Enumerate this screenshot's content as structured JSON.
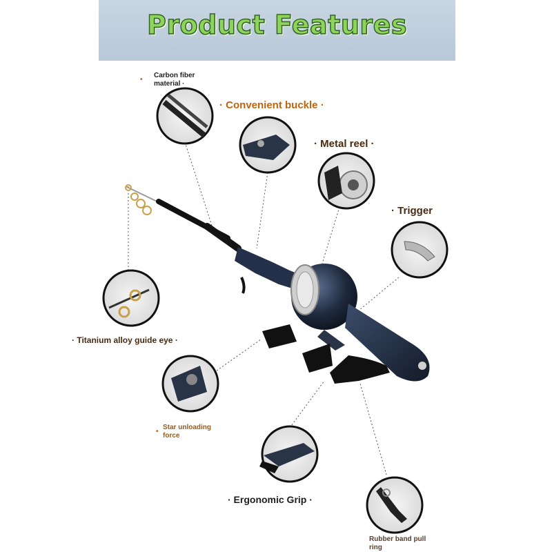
{
  "banner": {
    "title": "Product Features"
  },
  "features": {
    "carbon_fiber": "Carbon fiber material ·",
    "convenient_buckle": "· Convenient buckle ·",
    "metal_reel": "· Metal reel ·",
    "trigger": "· Trigger",
    "titanium_guide_eye": "· Titanium alloy guide eye ·",
    "star_unloading": "Star unloading force",
    "ergonomic_grip": "· Ergonomic Grip ·",
    "rubber_band": "Rubber band pull ring"
  },
  "colors": {
    "banner_bg": "#c2d1df",
    "title_fill": "#8fd45a",
    "label_orange": "#c0640e",
    "rod_navy": "#1f2a3d"
  }
}
